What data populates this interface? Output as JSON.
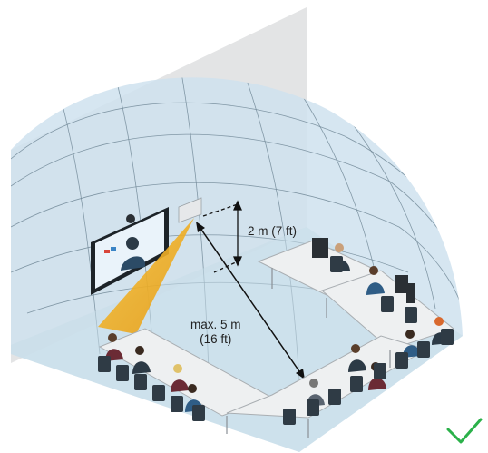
{
  "diagram": {
    "height_label": "2 m (7 ft)",
    "distance_label_line1": "max. 5 m",
    "distance_label_line2": "(16 ft)",
    "colors": {
      "dome_fill": "#cfe2ee",
      "dome_grid": "#6d8493",
      "wall": "#e3e4e5",
      "floor": "#c7dce8",
      "camera_beam": "#f0b01c",
      "table_top": "#eef0f1",
      "table_edge": "#a9aeb2",
      "chair": "#2f3b45",
      "checkmark": "#2bb14a"
    },
    "icons": [
      "camera-icon",
      "display-screen-icon",
      "checkmark-icon"
    ]
  }
}
